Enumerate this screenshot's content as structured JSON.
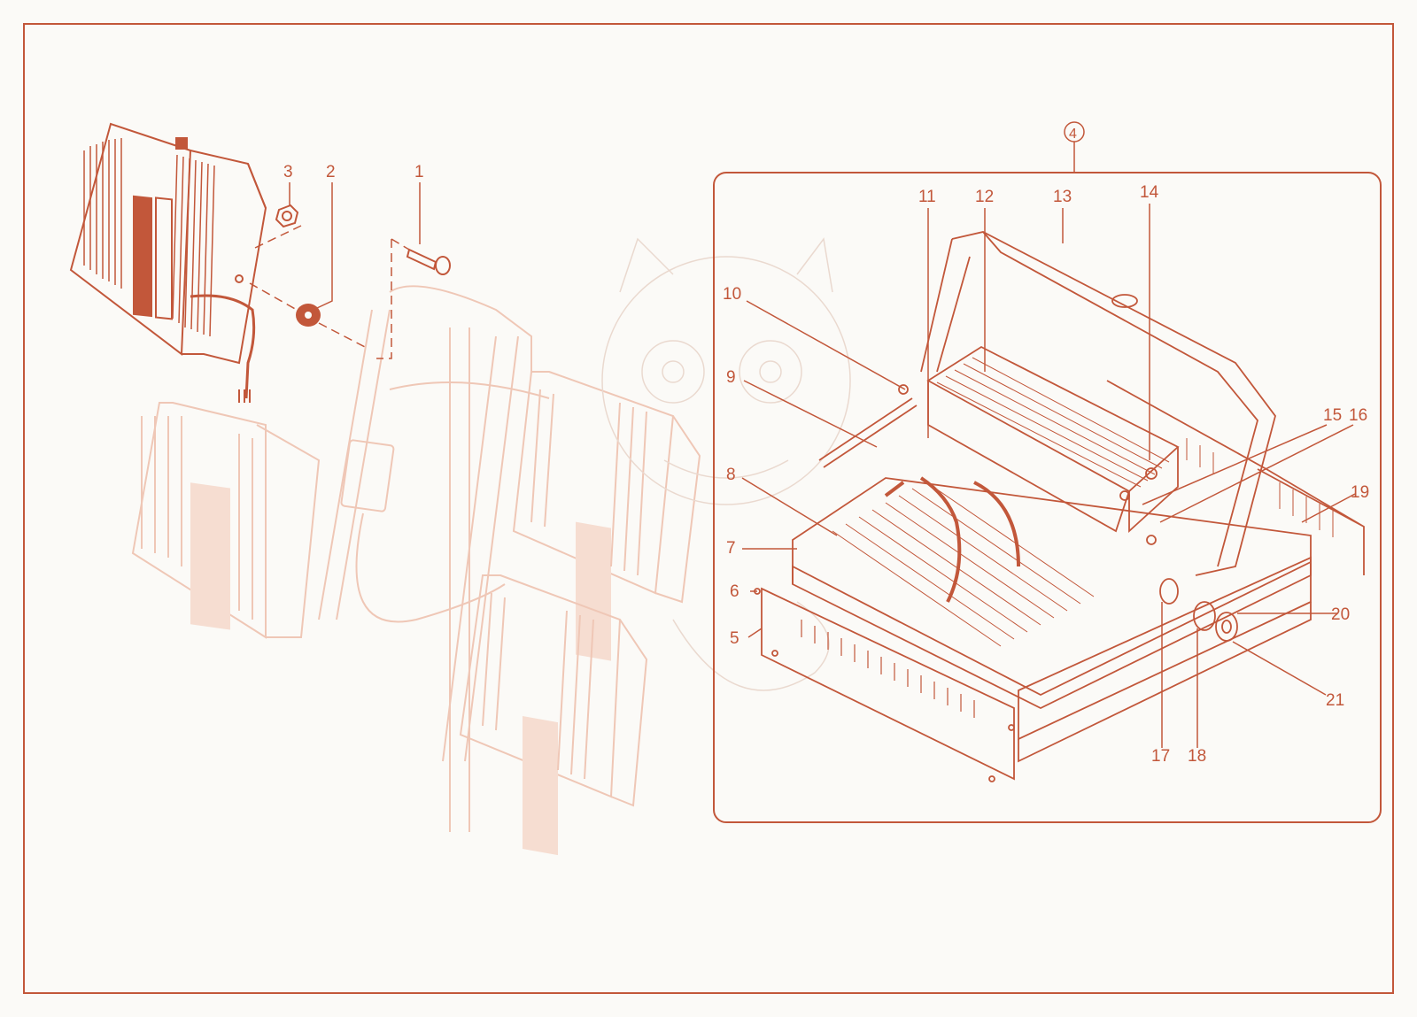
{
  "colors": {
    "accent": "#c2573a",
    "faint": "#efc7b6",
    "background": "#fbfaf7"
  },
  "callouts": {
    "c1": "1",
    "c2": "2",
    "c3": "3",
    "c4": "4",
    "c5": "5",
    "c6": "6",
    "c7": "7",
    "c8": "8",
    "c9": "9",
    "c10": "10",
    "c11": "11",
    "c12": "12",
    "c13": "13",
    "c14": "14",
    "c15": "15",
    "c16": "16",
    "c17": "17",
    "c18": "18",
    "c19": "19",
    "c20": "20",
    "c21": "21"
  }
}
